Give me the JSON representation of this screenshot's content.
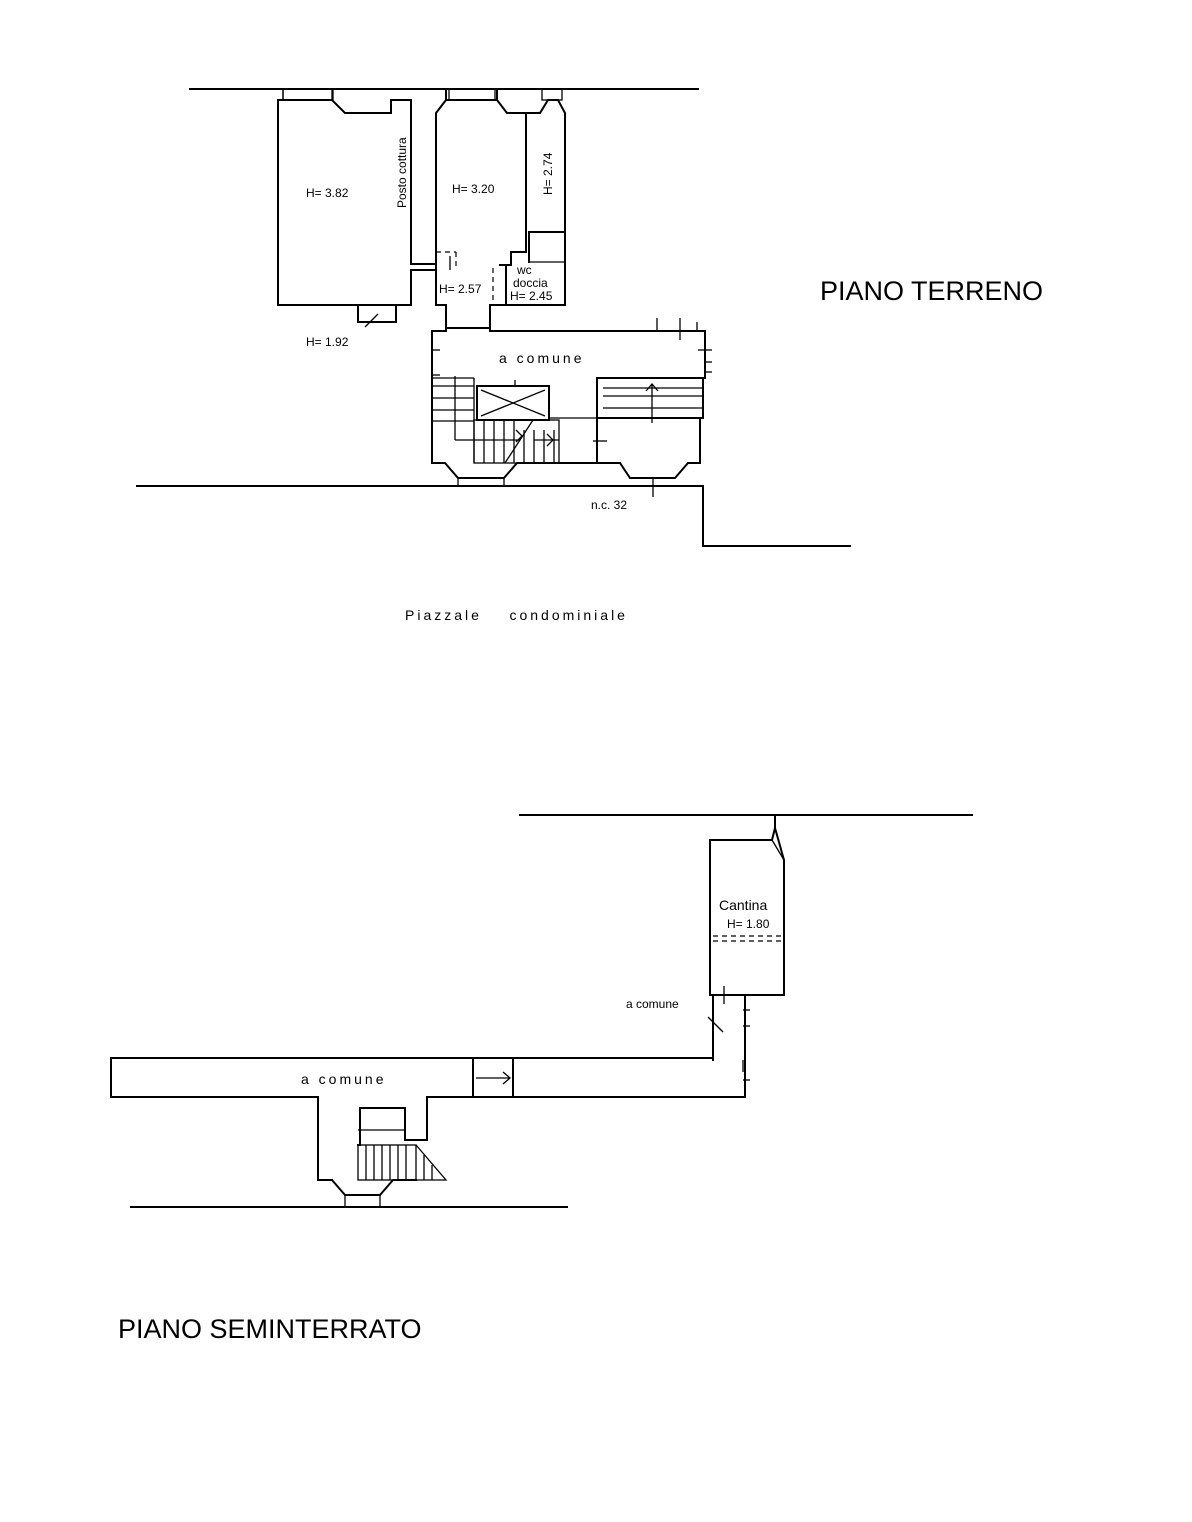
{
  "ground_floor": {
    "title": "PIANO TERRENO",
    "rooms": [
      {
        "label": "H= 3.82"
      },
      {
        "label": "H= 3.20"
      },
      {
        "label": "H= 2.74"
      },
      {
        "label": "H= 2.57"
      },
      {
        "label": "wc"
      },
      {
        "label": "doccia"
      },
      {
        "label": "H= 2.45"
      }
    ],
    "kitchen_label": "Posto cottura",
    "balcony_height": "H= 1.92",
    "common_area": "a comune",
    "civic_number": "n.c. 32",
    "courtyard": "Piazzale    condominiale"
  },
  "basement": {
    "title": "PIANO SEMINTERRATO",
    "cellar_label": "Cantina",
    "cellar_height": "H= 1.80",
    "common_small": "a comune",
    "common_corridor": "a comune"
  }
}
